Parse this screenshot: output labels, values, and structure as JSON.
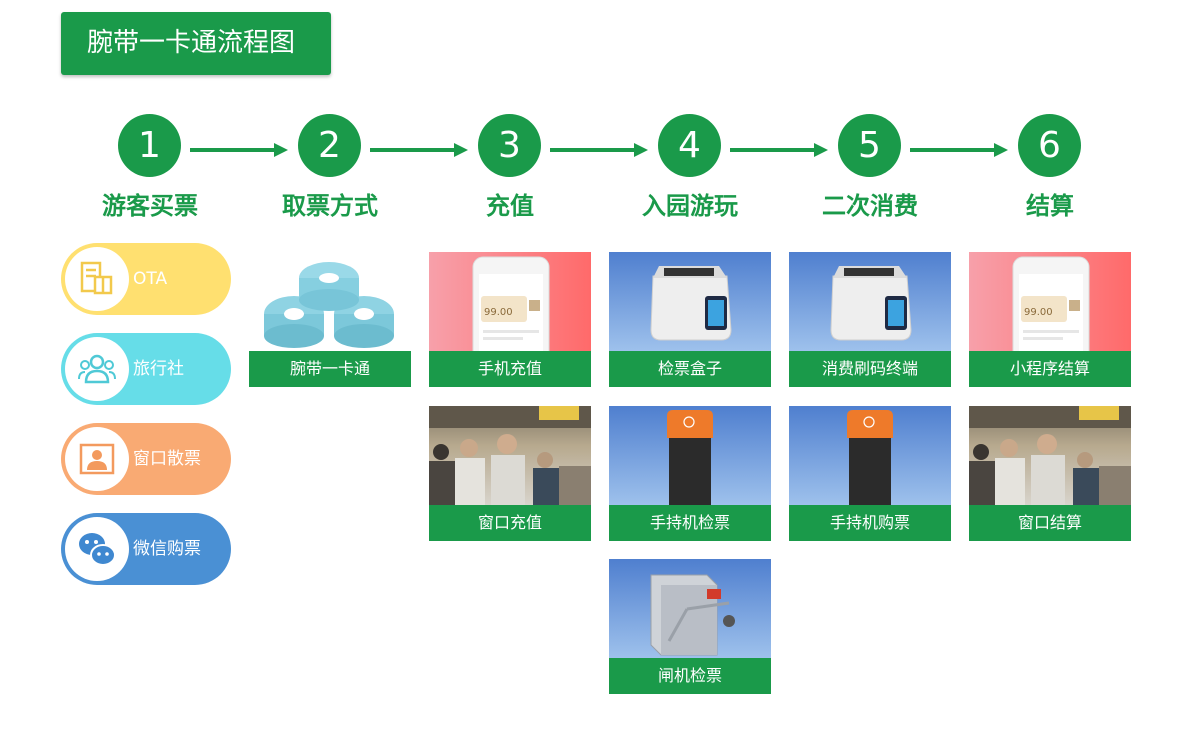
{
  "title": "腕带一卡通流程图",
  "steps": [
    {
      "num": "1",
      "label": "游客买票"
    },
    {
      "num": "2",
      "label": "取票方式"
    },
    {
      "num": "3",
      "label": "充值"
    },
    {
      "num": "4",
      "label": "入园游玩"
    },
    {
      "num": "5",
      "label": "二次消费"
    },
    {
      "num": "6",
      "label": "结算"
    }
  ],
  "channels": [
    {
      "label": "OTA",
      "icon": "document-icon",
      "color": "#ffe070"
    },
    {
      "label": "旅行社",
      "icon": "group-icon",
      "color": "#66dde8"
    },
    {
      "label": "窗口散票",
      "icon": "window-person-icon",
      "color": "#f9aa73"
    },
    {
      "label": "微信购票",
      "icon": "wechat-icon",
      "color": "#4a90d4"
    }
  ],
  "cards": {
    "wristband": "腕带一卡通",
    "mobile_recharge": "手机充值",
    "window_recharge": "窗口充值",
    "ticket_box": "检票盒子",
    "handheld_check": "手持机检票",
    "gate_check": "闸机检票",
    "pos_terminal": "消费刷码终端",
    "handheld_buy": "手持机购票",
    "mini_program": "小程序结算",
    "window_settle": "窗口结算"
  },
  "phone_screen": {
    "amount": "99.00"
  },
  "colors": {
    "accent": "#1a9a4a"
  }
}
